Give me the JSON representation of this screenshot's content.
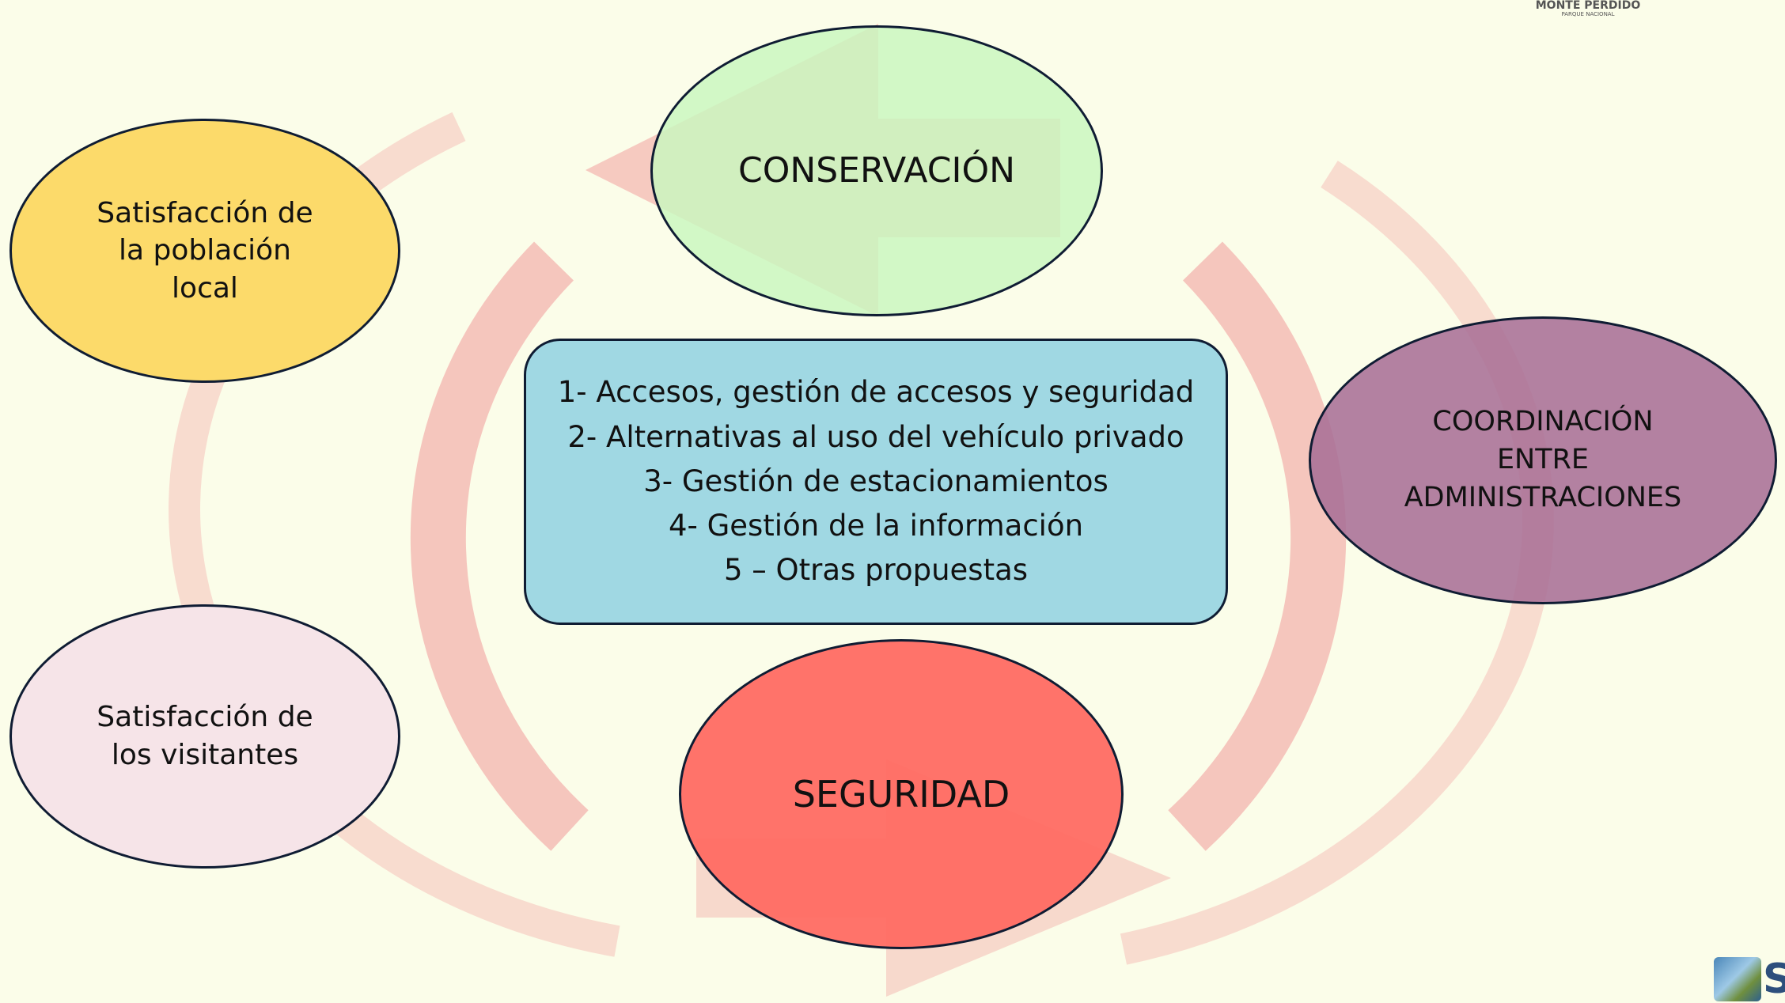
{
  "diagram": {
    "conservacion": "CONSERVACIÓN",
    "seguridad": "SEGURIDAD",
    "poblacion_local": "Satisfacción de\nla población\nlocal",
    "visitantes": "Satisfacción de\nlos visitantes",
    "coordinacion": "COORDINACIÓN\nENTRE\nADMINISTRACIONES",
    "center_items": [
      "1- Accesos, gestión de accesos y seguridad",
      "2- Alternativas al uso del vehículo privado",
      "3- Gestión de estacionamientos",
      "4- Gestión de la información",
      "5 – Otras propuestas"
    ]
  },
  "logos": {
    "top_line1": "MONTE PERDIDO",
    "top_line2": "PARQUE NACIONAL",
    "bottom_letter": "S"
  },
  "colors": {
    "background": "#fbfde9",
    "cycle_arrows": "#f5bdb6",
    "conservacion": "#c8f6be",
    "seguridad": "#ff6860",
    "poblacion_local": "#fcda6a",
    "visitantes": "#f6e4e8",
    "coordinacion": "#a87096",
    "center_box": "#96d4e2",
    "outline": "#0f1c33"
  }
}
